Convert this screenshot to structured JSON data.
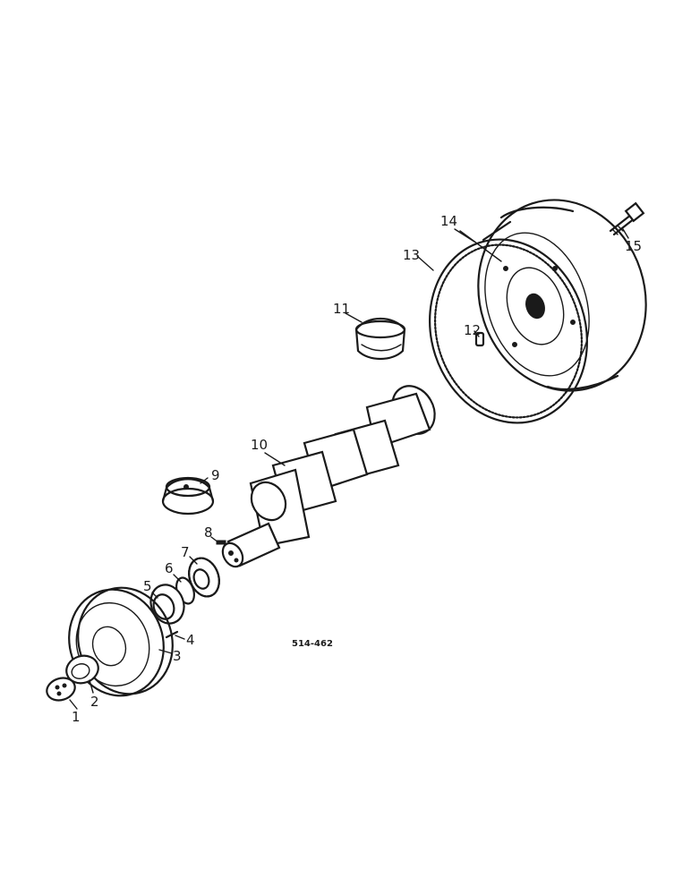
{
  "diagram": {
    "reference_code": "514-462",
    "callouts": [
      {
        "id": "c1",
        "label": "1"
      },
      {
        "id": "c2",
        "label": "2"
      },
      {
        "id": "c3",
        "label": "3"
      },
      {
        "id": "c4",
        "label": "4"
      },
      {
        "id": "c5",
        "label": "5"
      },
      {
        "id": "c6",
        "label": "6"
      },
      {
        "id": "c7",
        "label": "7"
      },
      {
        "id": "c8",
        "label": "8"
      },
      {
        "id": "c9",
        "label": "9"
      },
      {
        "id": "c10",
        "label": "10"
      },
      {
        "id": "c11",
        "label": "11"
      },
      {
        "id": "c12",
        "label": "12"
      },
      {
        "id": "c13",
        "label": "13"
      },
      {
        "id": "c14",
        "label": "14"
      },
      {
        "id": "c15",
        "label": "15"
      }
    ]
  }
}
